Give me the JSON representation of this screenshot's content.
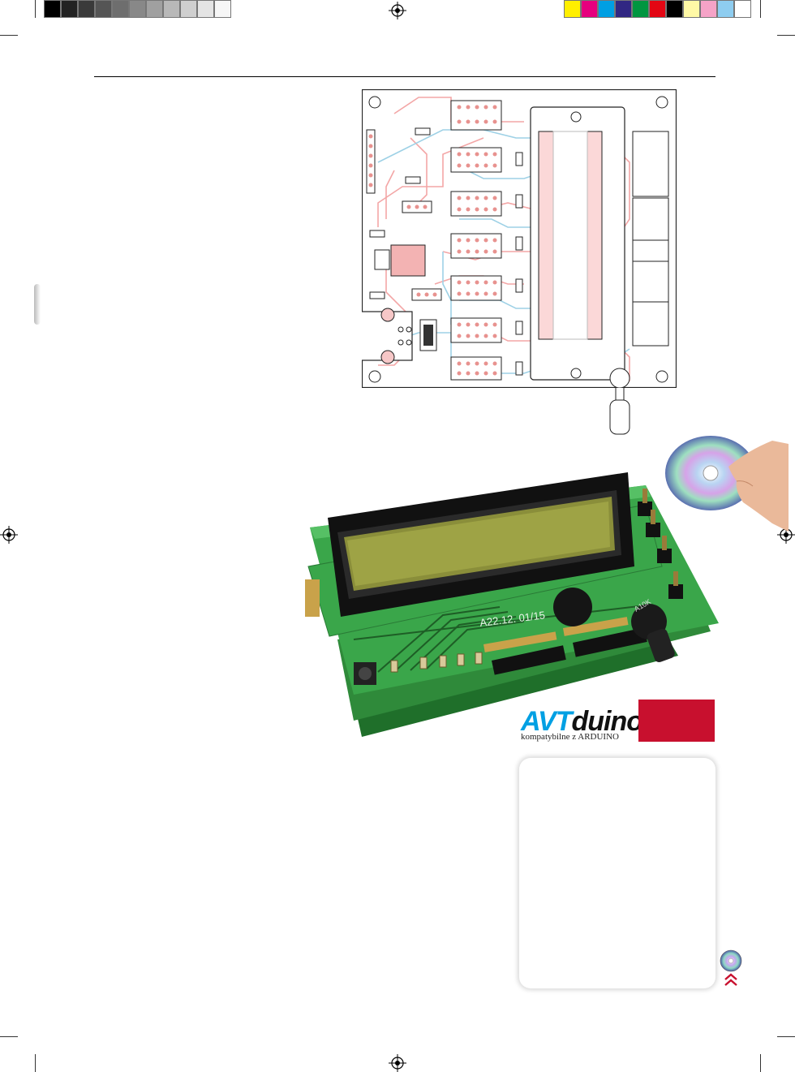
{
  "calibration": {
    "grays": [
      "#000000",
      "#222222",
      "#3a3a3a",
      "#555555",
      "#6e6e6e",
      "#888888",
      "#a0a0a0",
      "#b8b8b8",
      "#cfcfcf",
      "#e4e4e4",
      "#f6f6f6"
    ],
    "colors": [
      "#ffef00",
      "#e6007e",
      "#009fe3",
      "#312783",
      "#009640",
      "#e30613",
      "#000000",
      "#fff9a6",
      "#f5a3c7",
      "#8ecdf0",
      "#ffffff"
    ]
  },
  "diagram": {
    "board_color": "#ffffff",
    "trace_top_color": "#f3a6a6",
    "trace_bottom_color": "#9ed1e6",
    "pad_color": "#e8928f"
  },
  "product_photo": {
    "board_marking": "A22.12. 01/15",
    "pot_label": "A10K"
  },
  "logo": {
    "brand_avt": "AVT",
    "brand_duino": "duino",
    "tagline": "kompatybilne z ARDUINO"
  },
  "accent_color": "#c8102e"
}
